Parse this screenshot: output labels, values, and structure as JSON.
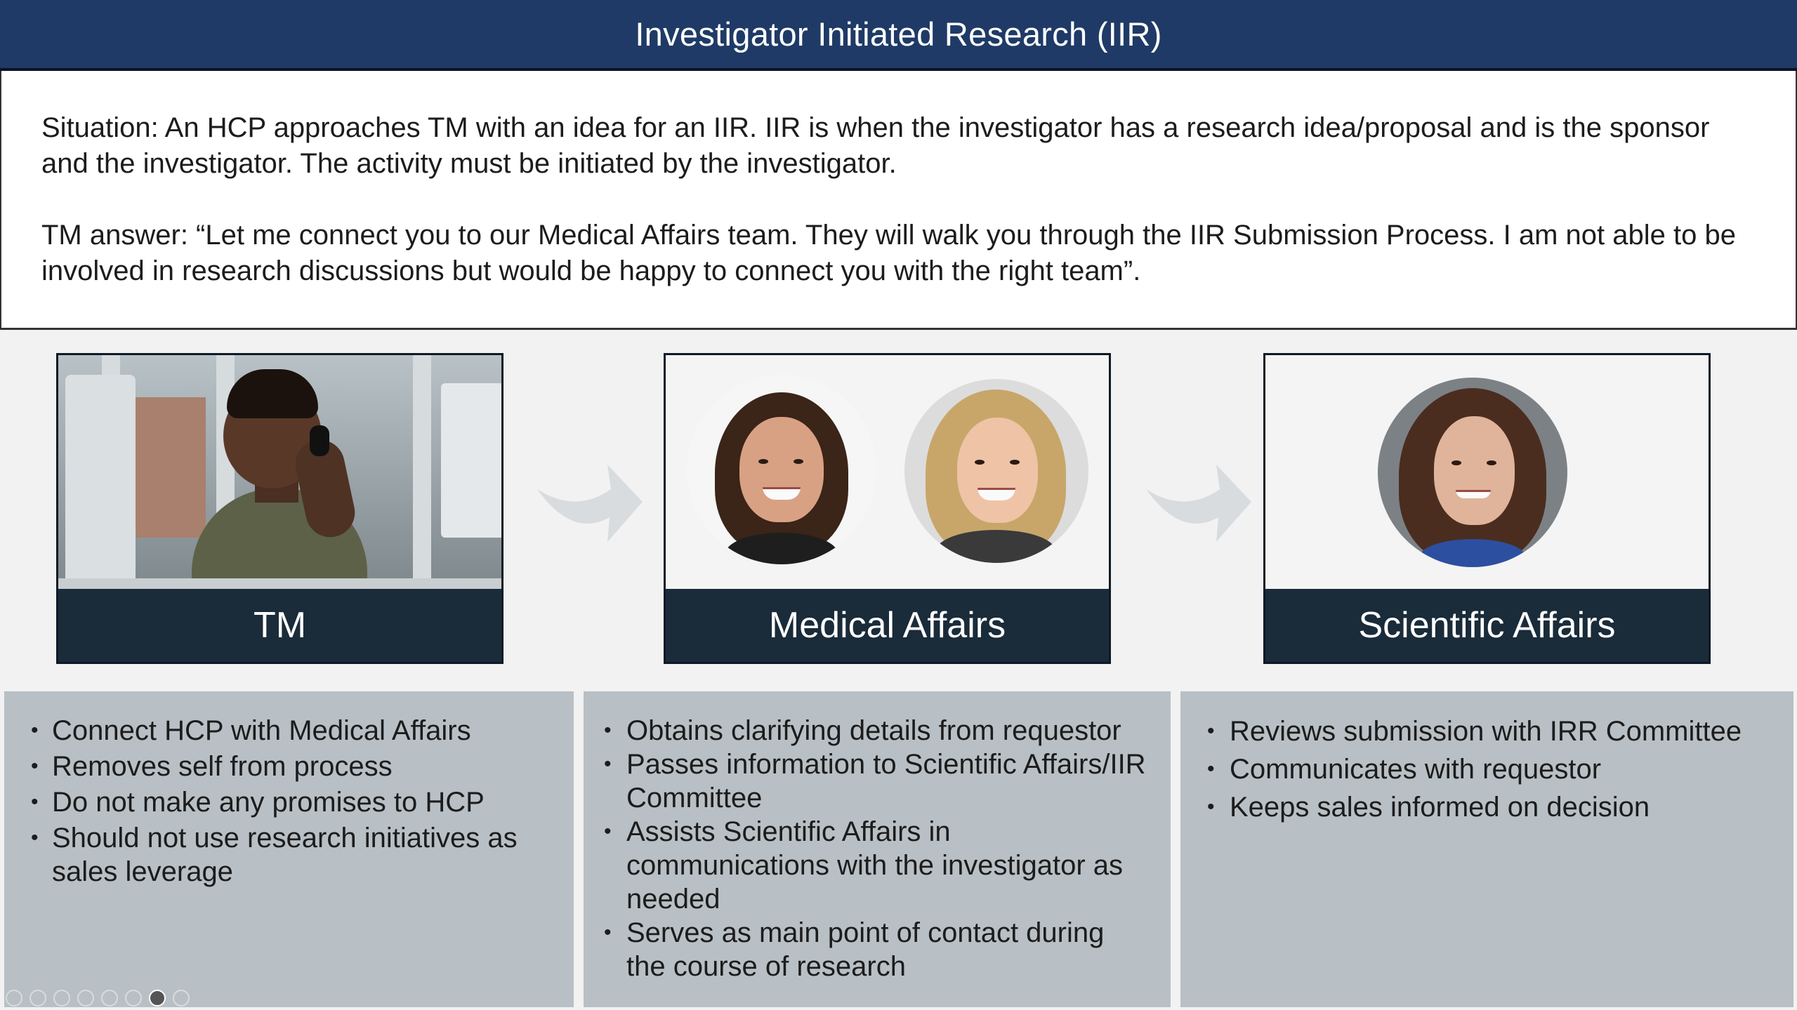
{
  "header": {
    "title": "Investigator Initiated Research (IIR)"
  },
  "situation": {
    "situation_text": "Situation: An HCP approaches TM with an idea for an IIR. IIR is when the investigator has a research idea/proposal and is the sponsor and the investigator. The activity must be initiated by the investigator.",
    "answer_text": "TM answer: “Let me connect you to our Medical Affairs team. They will walk you through the IIR Submission Process. I am not able to be involved in research discussions but would be happy to connect you with the right team”."
  },
  "cards": {
    "tm": {
      "label": "TM"
    },
    "medical_affairs": {
      "label": "Medical Affairs"
    },
    "scientific_affairs": {
      "label": "Scientific Affairs"
    }
  },
  "bullets": {
    "tm": [
      "Connect HCP with Medical Affairs",
      "Removes self from process",
      "Do not make any promises to HCP",
      "Should not use research initiatives as sales leverage"
    ],
    "medical_affairs": [
      "Obtains clarifying details from requestor",
      "Passes information to Scientific Affairs/IIR Committee",
      "Assists Scientific Affairs in communications with the investigator as needed",
      "Serves as main point of contact during the course of research"
    ],
    "scientific_affairs": [
      "Reviews submission with IRR Committee",
      "Communicates with requestor",
      "Keeps sales informed on decision"
    ]
  },
  "colors": {
    "header_bg": "#1f3a66",
    "card_label_bg": "#1a2b3a",
    "panel_bg": "#b8c0c5",
    "arrow": "#d9dcde"
  },
  "icons": {
    "arrow_1": "curved-arrow-right-icon",
    "arrow_2": "curved-arrow-right-icon"
  }
}
